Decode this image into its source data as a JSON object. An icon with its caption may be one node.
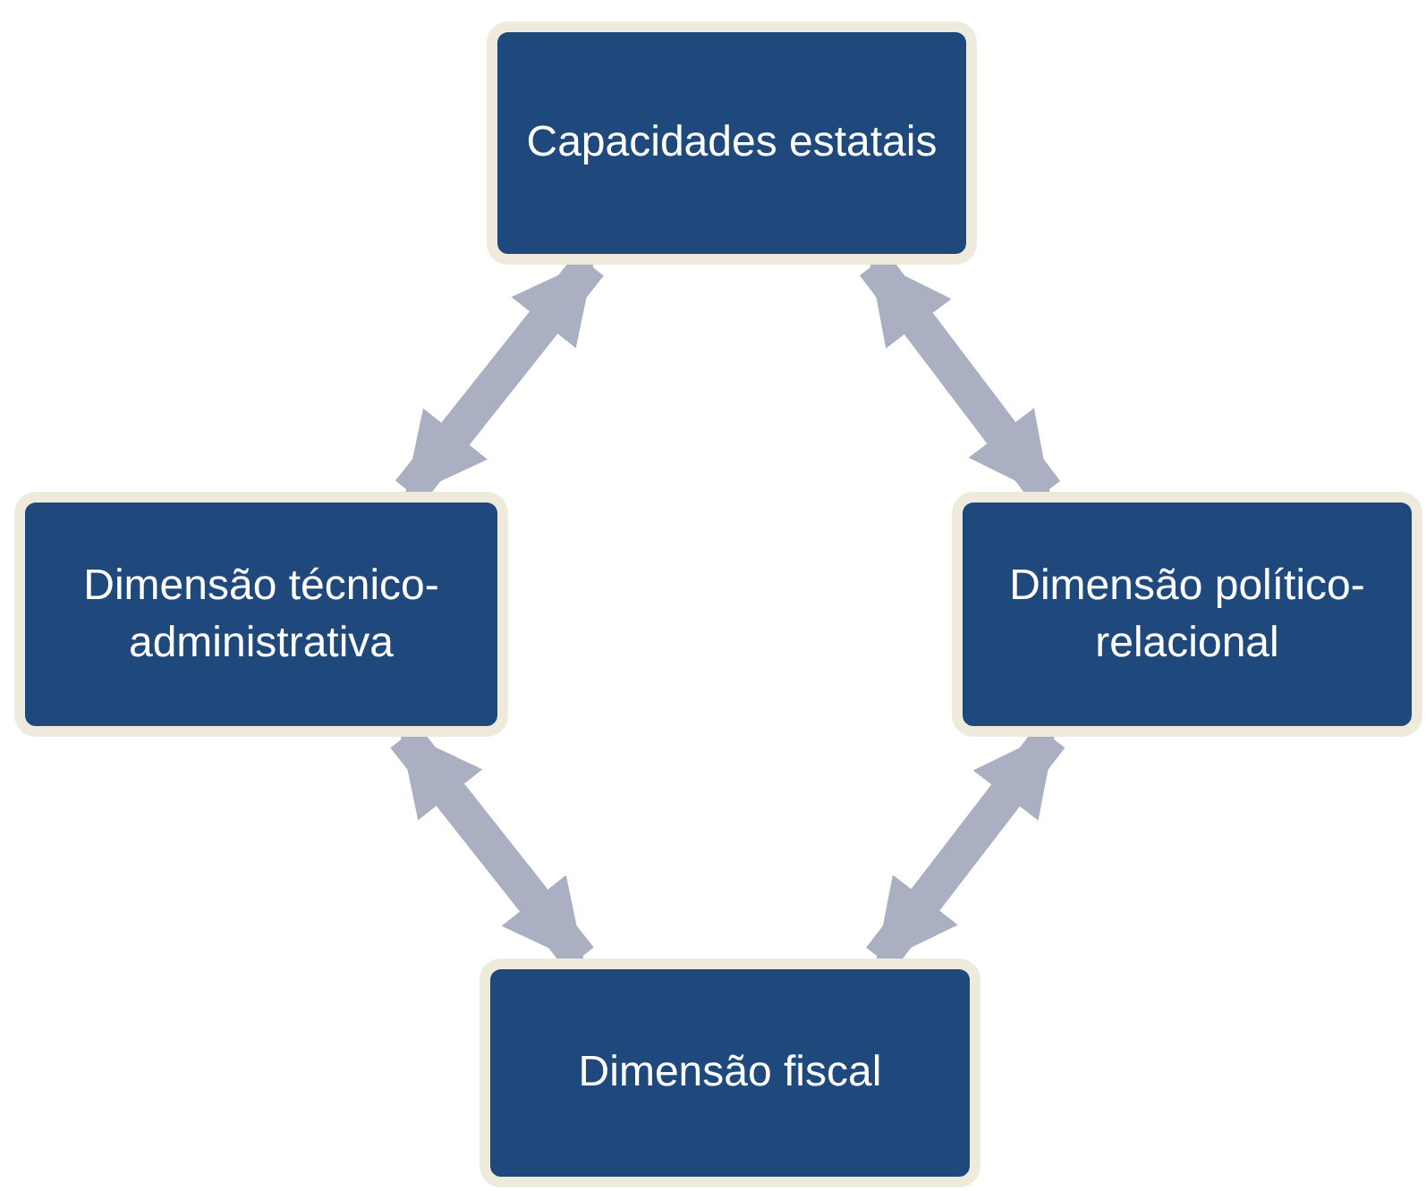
{
  "diagram": {
    "nodes": [
      {
        "text": [
          "Capacidades estatais"
        ]
      },
      {
        "text": [
          "Dimensão técnico-administrativa"
        ]
      },
      {
        "text": [
          "Dimensão político-relacional"
        ]
      },
      {
        "text": [
          "Dimensão fiscal"
        ]
      }
    ],
    "edges": [
      {
        "from": 0,
        "to": 1,
        "arrow": "both"
      },
      {
        "from": 0,
        "to": 2,
        "arrow": "both"
      },
      {
        "from": 1,
        "to": 3,
        "arrow": "both"
      },
      {
        "from": 2,
        "to": 3,
        "arrow": "both"
      }
    ]
  }
}
